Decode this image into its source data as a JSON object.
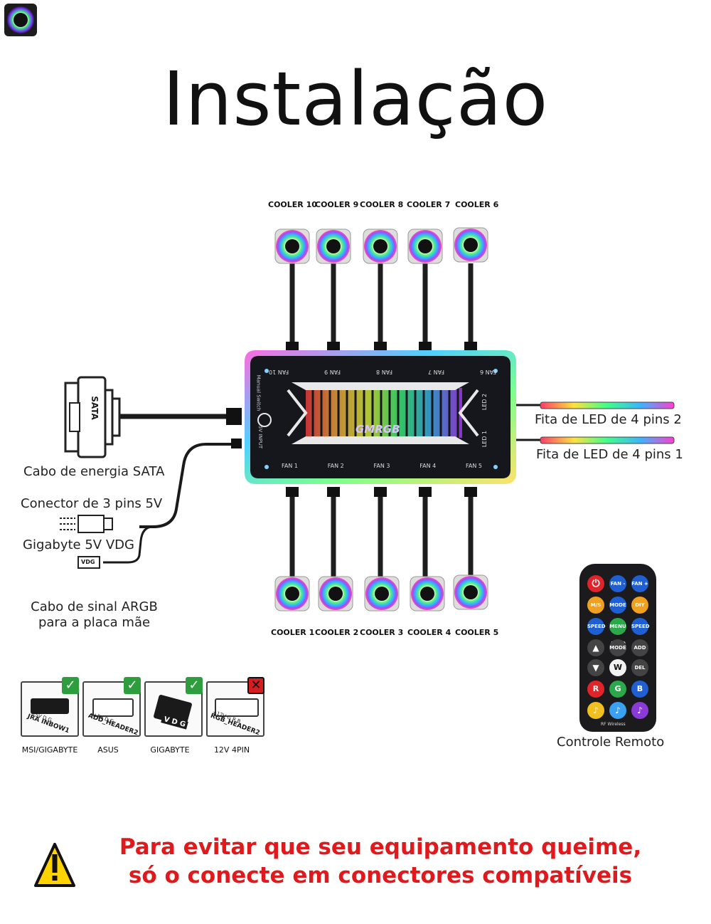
{
  "title": "Instalação",
  "logo_icon": "rgb-fan-logo-icon",
  "coolers_top": [
    "COOLER 10",
    "COOLER 9",
    "COOLER 8",
    "COOLER 7",
    "COOLER 6"
  ],
  "coolers_bottom": [
    "COOLER 1",
    "COOLER 2",
    "COOLER 3",
    "COOLER 4",
    "COOLER 5"
  ],
  "hub": {
    "brand": "GMRGB",
    "fan_top": [
      "FAN 10",
      "FAN 9",
      "FAN 8",
      "FAN 7",
      "FAN 6"
    ],
    "fan_bottom": [
      "FAN 1",
      "FAN 2",
      "FAN 3",
      "FAN 4",
      "FAN 5"
    ],
    "led": [
      "LED 2",
      "LED 1"
    ],
    "switch_label": "Manual Switch",
    "input_label": "5V INPUT"
  },
  "sata_plug_label": "SATA",
  "vdg_plug_label": "VDG",
  "labels": {
    "sata": "Cabo de energia SATA",
    "conn3pin": "Conector de 3 pins 5V",
    "gigabyte": "Gigabyte 5V VDG",
    "argb_line1": "Cabo de sinal ARGB",
    "argb_line2": "para a placa mãe",
    "led2": "Fita de LED de 4 pins 2",
    "led1": "Fita de LED de 4 pins 1",
    "remote": "Controle Remoto"
  },
  "headers": [
    {
      "name": "MSI/GIGABYTE",
      "print": "JRA INBOW1",
      "pins": "+5V D G",
      "status": "ok"
    },
    {
      "name": "ASUS",
      "print": "ADD_HEADER2",
      "pins": "+5V D G",
      "status": "ok"
    },
    {
      "name": "GIGABYTE",
      "print": "V D G",
      "pins": "",
      "status": "ok"
    },
    {
      "name": "12V 4PIN",
      "print": "RGB_HEADER2",
      "pins": "+12V G R B",
      "status": "no"
    }
  ],
  "remote_buttons": [
    "FAN -",
    "FAN +",
    "M/S",
    "MODE +",
    "DIY",
    "SPEED -",
    "MENU AUTO",
    "SPEED +",
    "MODE -",
    "ADD DIY",
    "W",
    "DEL DIY",
    "R",
    "G",
    "B"
  ],
  "remote_brand": "RF Wireless",
  "warning": {
    "icon": "warning-triangle-icon",
    "line1": "Para evitar que seu equipamento queime,",
    "line2": "só o conecte em conectores compatíveis"
  },
  "colors": {
    "warning_red": "#e0191d",
    "ok_green": "#2e9d3d",
    "no_red": "#d51d22"
  }
}
